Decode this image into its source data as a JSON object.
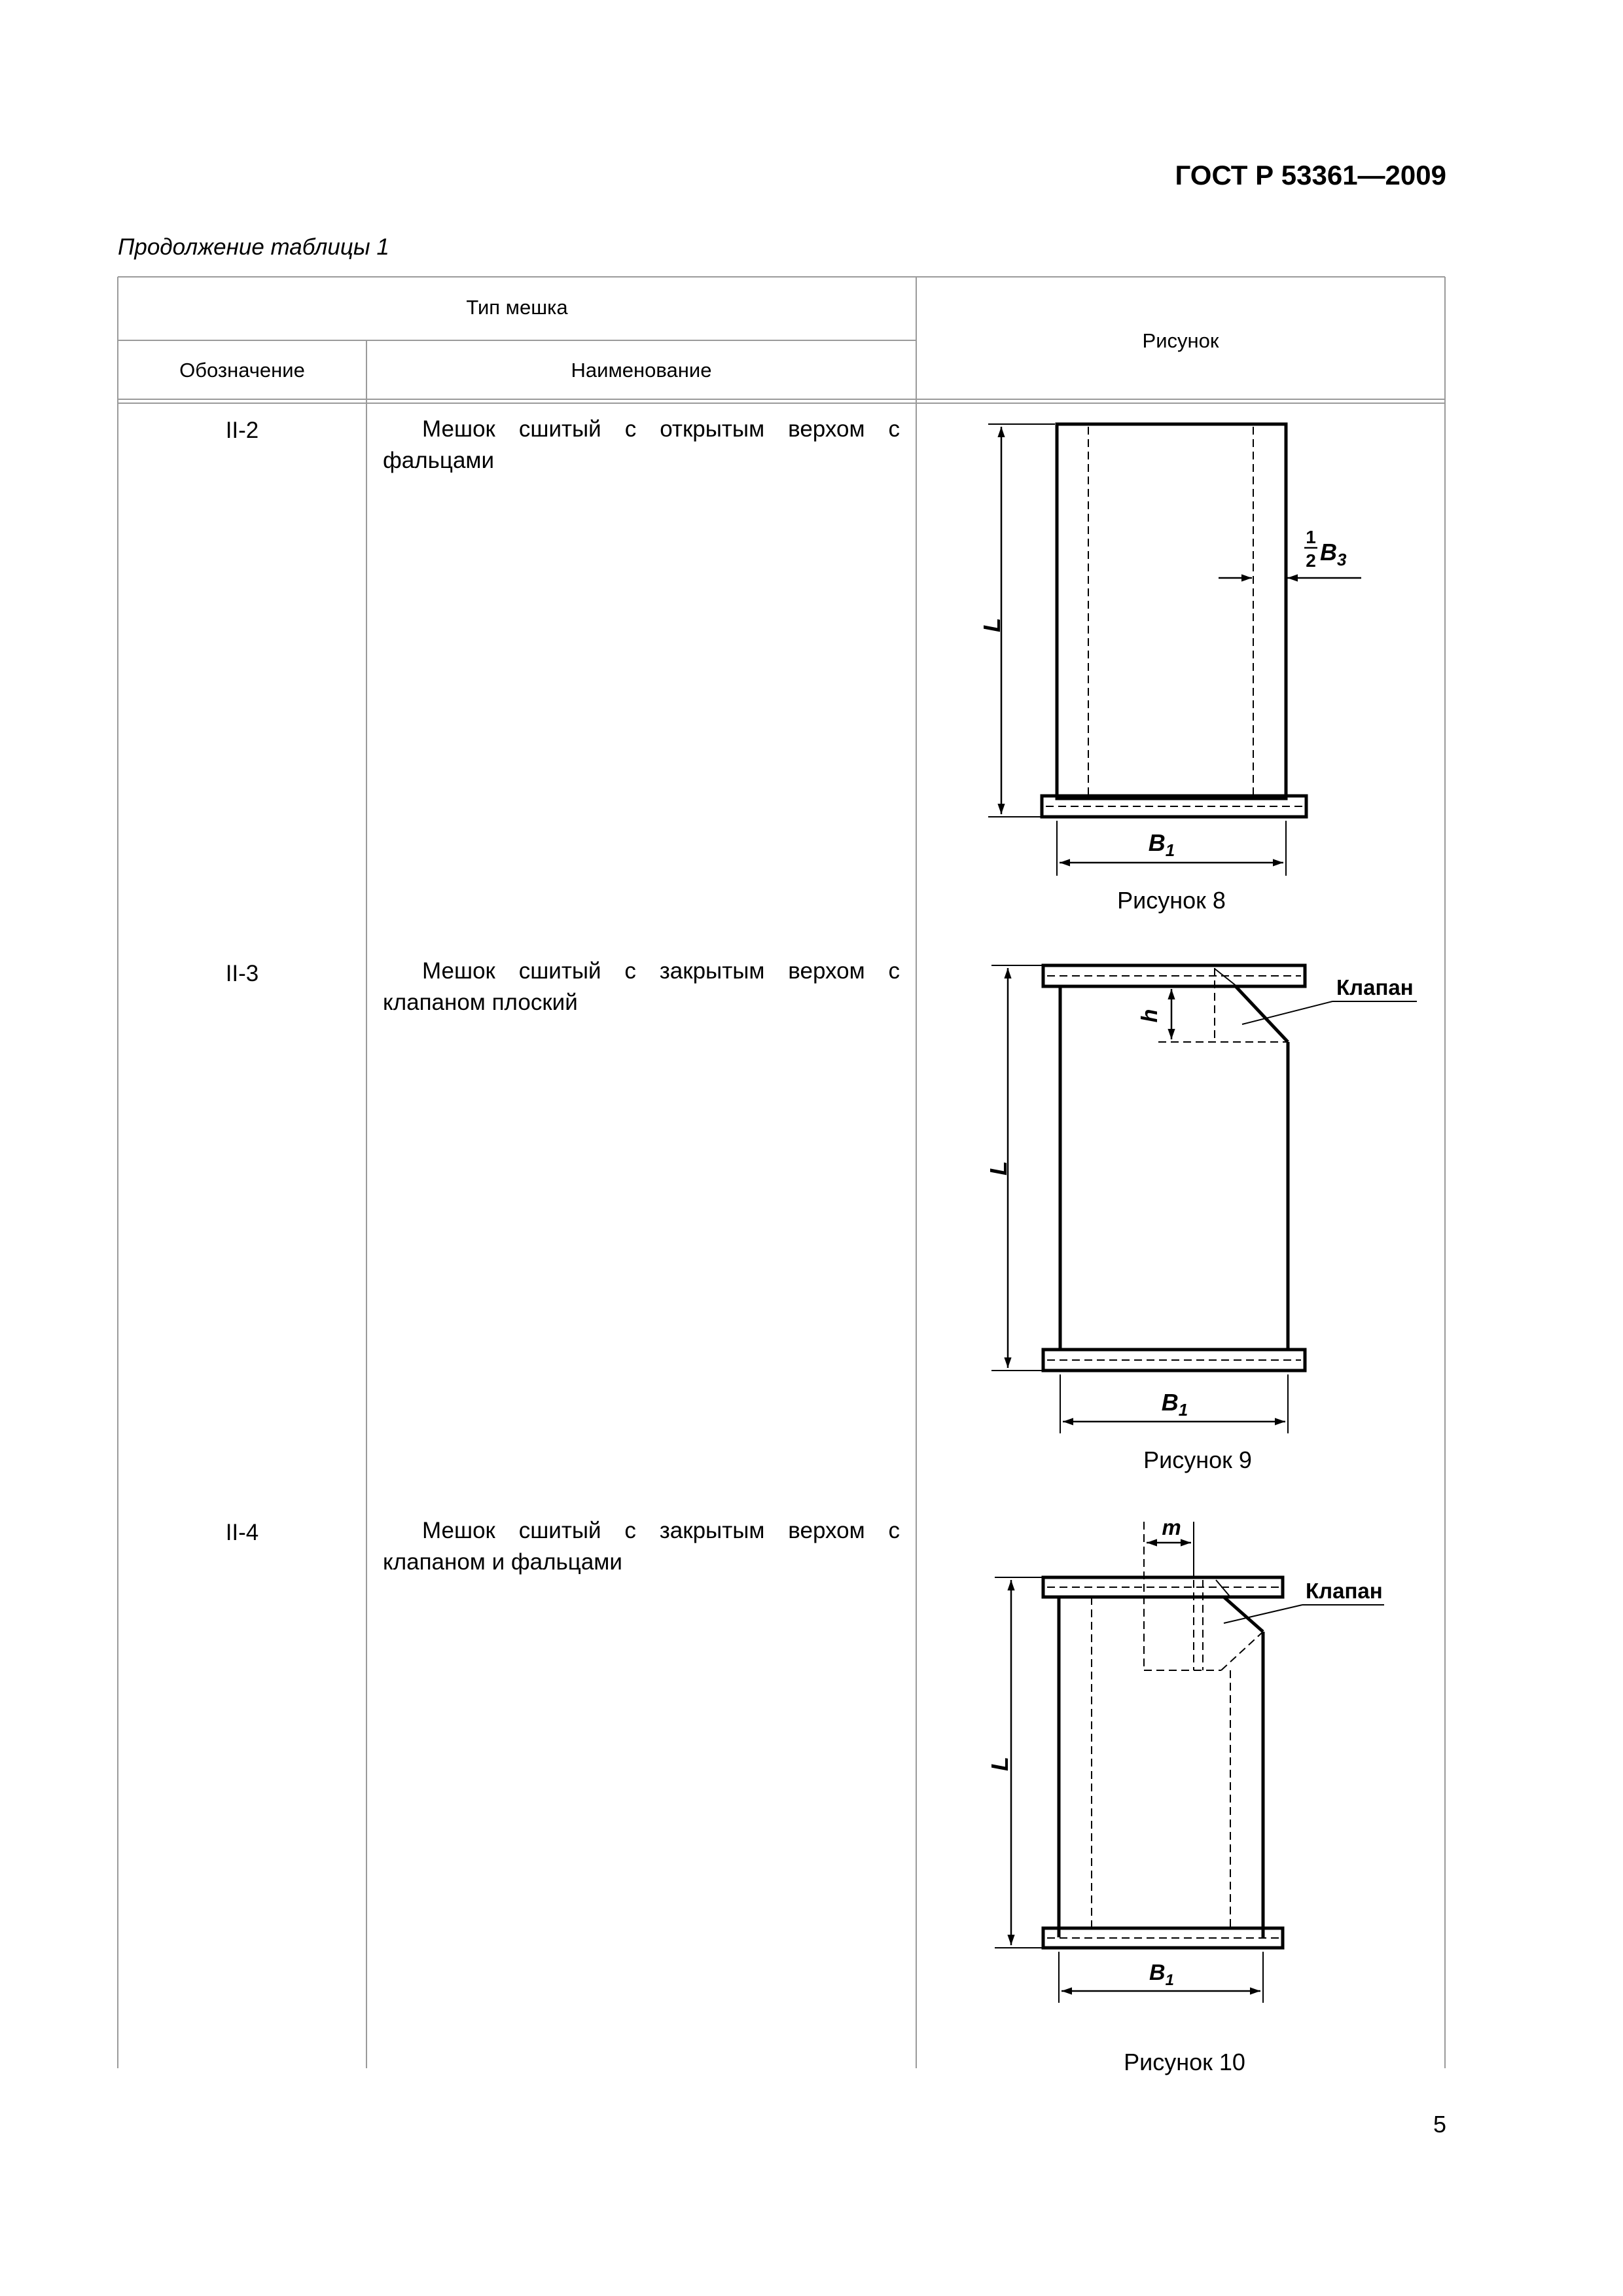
{
  "header": {
    "doc_code": "ГОСТ Р 53361—2009"
  },
  "caption": "Продолжение таблицы 1",
  "table": {
    "group_header": "Тип мешка",
    "columns": {
      "designation": "Обозначение",
      "name": "Наименование",
      "figure": "Рисунок"
    },
    "rows": [
      {
        "designation": "II-2",
        "name": "Мешок сшитый с открытым верхом с фальцами",
        "figure_caption": "Рисунок 8"
      },
      {
        "designation": "II-3",
        "name": "Мешок сшитый с закрытым верхом с клапаном плоский",
        "figure_caption": "Рисунок 9"
      },
      {
        "designation": "II-4",
        "name": "Мешок сшитый с закрытым верхом с клапаном и фальцами",
        "figure_caption": "Рисунок 10"
      }
    ]
  },
  "drawing_labels": {
    "length": "L",
    "width": "B",
    "width_sub": "1",
    "fold_frac_num": "1",
    "fold_frac_den": "2",
    "fold_letter": "B",
    "fold_sub": "3",
    "valve_height": "h",
    "valve_width": "m",
    "valve": "Клапан"
  },
  "page_number": "5"
}
